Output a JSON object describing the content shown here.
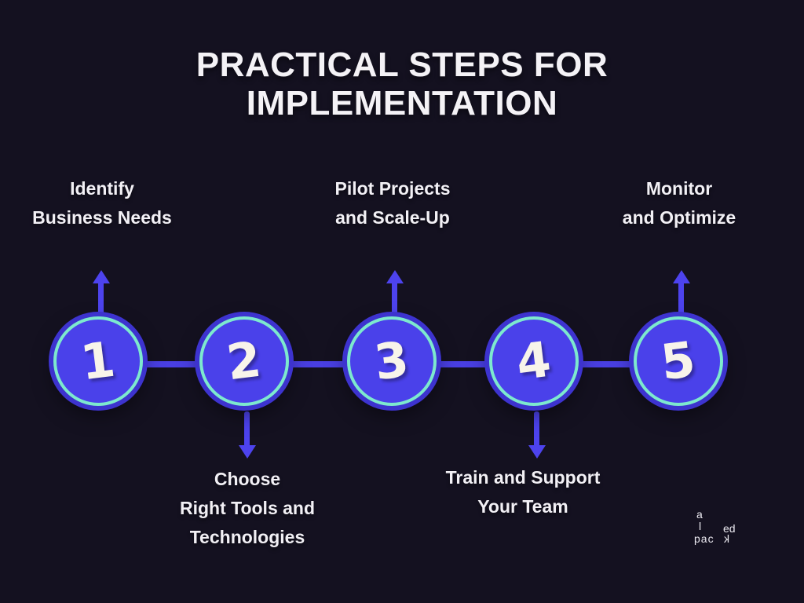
{
  "title": {
    "line1": "PRACTICAL STEPS FOR",
    "line2": "IMPLEMENTATION"
  },
  "steps": [
    {
      "number": "1",
      "direction": "up",
      "label_lines": [
        "Identify",
        "Business Needs",
        ""
      ]
    },
    {
      "number": "2",
      "direction": "down",
      "label_lines": [
        "Choose",
        "Right Tools and",
        "Technologies"
      ]
    },
    {
      "number": "3",
      "direction": "up",
      "label_lines": [
        "Pilot Projects",
        "and Scale-Up",
        ""
      ]
    },
    {
      "number": "4",
      "direction": "down",
      "label_lines": [
        "Train and Support",
        "Your Team",
        ""
      ]
    },
    {
      "number": "5",
      "direction": "up",
      "label_lines": [
        "Monitor",
        "and Optimize",
        ""
      ]
    }
  ],
  "watermark": {
    "fragment_a": "a",
    "fragment_l": "l",
    "fragment_ed": "ed",
    "fragment_pac": "pac",
    "fragment_k": "k"
  },
  "colors": {
    "background": "#141120",
    "circle_fill": "#4a41ea",
    "circle_inner_ring": "#7de9ce",
    "circle_outer_ring": "#3d33cf",
    "connector": "#493fe2",
    "arrow": "#4d43ee",
    "text": "#f2f0f5",
    "number_text": "#f8f4ea"
  }
}
